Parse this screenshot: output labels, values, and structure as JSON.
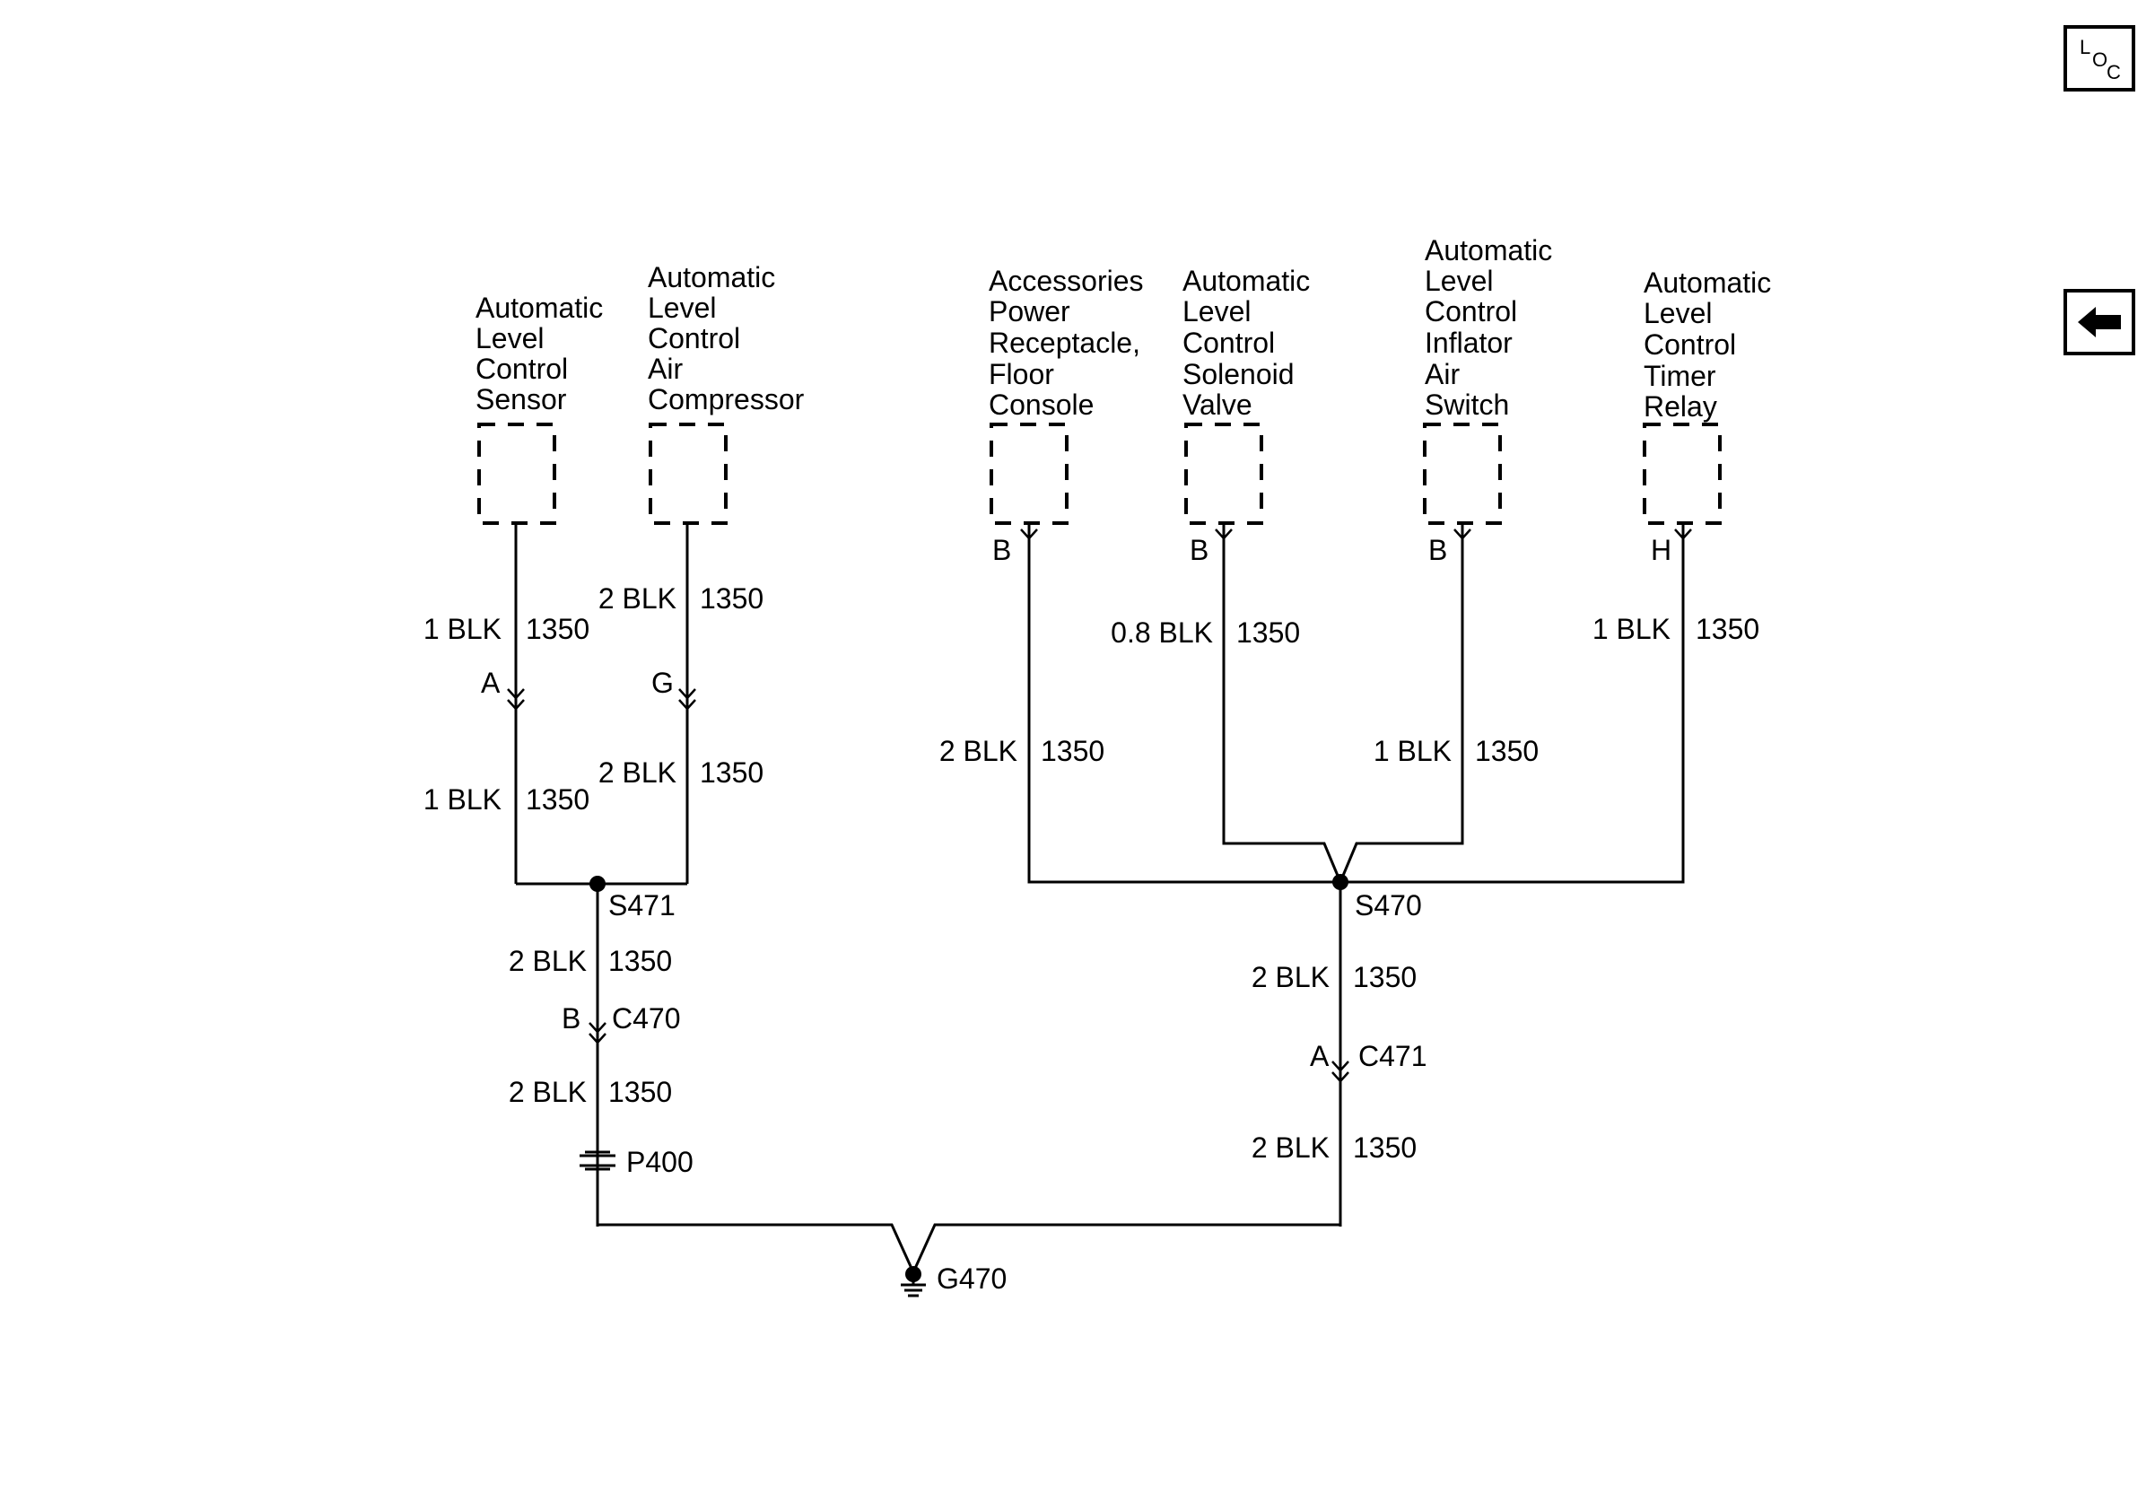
{
  "nav": {
    "loc": {
      "l": "L",
      "o": "O",
      "c": "C"
    },
    "back_icon": "left-arrow-icon"
  },
  "components": {
    "sensor": [
      "Automatic",
      "Level",
      "Control",
      "Sensor"
    ],
    "compressor": [
      "Automatic",
      "Level",
      "Control",
      "Air",
      "Compressor"
    ],
    "receptacle": [
      "Accessories",
      "Power",
      "Receptacle,",
      "Floor",
      "Console"
    ],
    "solenoid": [
      "Automatic",
      "Level",
      "Control",
      "Solenoid",
      "Valve"
    ],
    "inflator": [
      "Automatic",
      "Level",
      "Control",
      "Inflator",
      "Air",
      "Switch"
    ],
    "relay": [
      "Automatic",
      "Level",
      "Control",
      "Timer",
      "Relay"
    ]
  },
  "pins": {
    "receptacle": "B",
    "solenoid": "B",
    "inflator": "B",
    "relay": "H",
    "sensor_conn": "A",
    "compressor_conn": "G",
    "c470": "B",
    "c471": "A"
  },
  "wires": {
    "sensor_upper": {
      "gauge": "1 BLK",
      "circuit": "1350"
    },
    "sensor_lower": {
      "gauge": "1 BLK",
      "circuit": "1350"
    },
    "compressor_upper": {
      "gauge": "2 BLK",
      "circuit": "1350"
    },
    "compressor_lower": {
      "gauge": "2 BLK",
      "circuit": "1350"
    },
    "s471_upper": {
      "gauge": "2 BLK",
      "circuit": "1350"
    },
    "s471_lower": {
      "gauge": "2 BLK",
      "circuit": "1350"
    },
    "receptacle": {
      "gauge": "2 BLK",
      "circuit": "1350"
    },
    "solenoid": {
      "gauge": "0.8 BLK",
      "circuit": "1350"
    },
    "inflator": {
      "gauge": "1 BLK",
      "circuit": "1350"
    },
    "relay": {
      "gauge": "1 BLK",
      "circuit": "1350"
    },
    "s470_upper": {
      "gauge": "2 BLK",
      "circuit": "1350"
    },
    "s470_lower": {
      "gauge": "2 BLK",
      "circuit": "1350"
    }
  },
  "nodes": {
    "s471": "S471",
    "s470": "S470",
    "c470": "C470",
    "c471": "C471",
    "p400": "P400",
    "g470": "G470"
  }
}
